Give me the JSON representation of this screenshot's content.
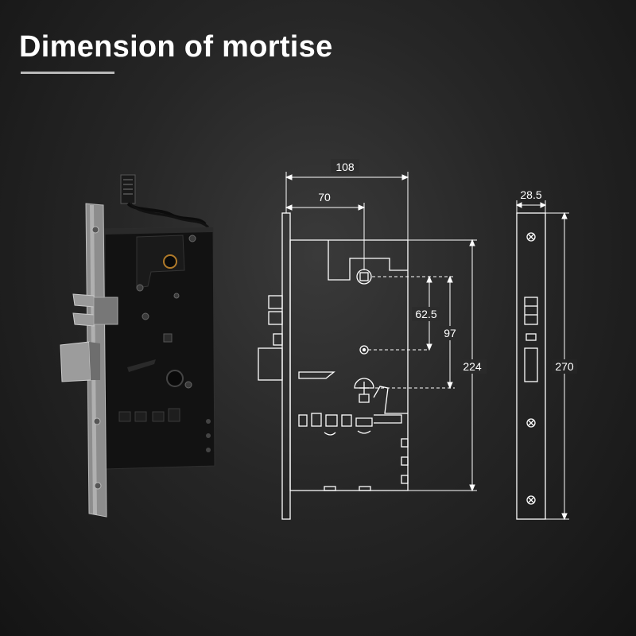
{
  "title": "Dimension of mortise",
  "dimensions": {
    "overall_width": "108",
    "backset": "70",
    "faceplate_width": "28.5",
    "spindle_to_cylinder": "62.5",
    "spindle_to_bottom_feature": "97",
    "case_height": "224",
    "faceplate_height": "270"
  },
  "colors": {
    "background": "#262626",
    "line": "#ffffff",
    "title_underline": "#b9b9b9"
  }
}
